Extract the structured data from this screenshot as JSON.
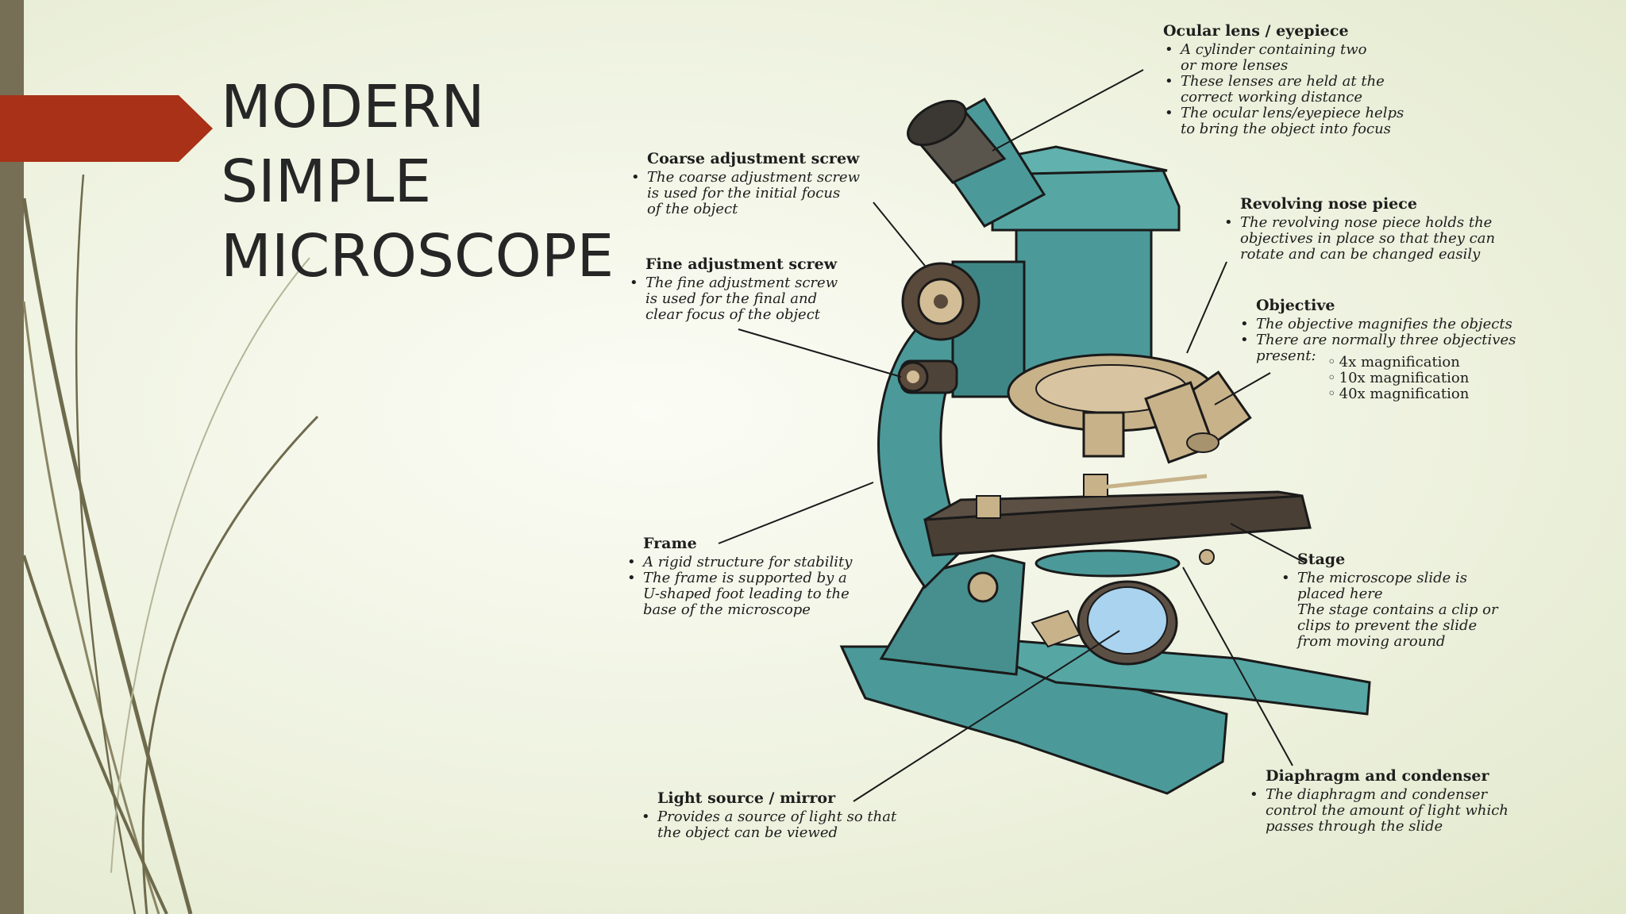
{
  "slide": {
    "title": " MODERN\nSIMPLE\nMICROSCOPE",
    "accent_color": "#a83117",
    "bar_color": "#766f55"
  },
  "labels": {
    "ocular": {
      "heading": "Ocular lens / eyepiece",
      "bullets": [
        "A cylinder containing two\nor more lenses",
        "These lenses are held at the\ncorrect working distance",
        "The ocular lens/eyepiece helps\nto bring the object into focus"
      ]
    },
    "coarse": {
      "heading": "Coarse adjustment screw",
      "bullets": [
        "The coarse adjustment screw\nis used for the initial focus\nof the object"
      ]
    },
    "fine": {
      "heading": "Fine adjustment screw",
      "bullets": [
        "The fine adjustment screw\nis used for the final and\nclear focus of the object"
      ]
    },
    "nosepiece": {
      "heading": "Revolving nose piece",
      "bullets": [
        "The revolving nose piece holds the\nobjectives in place so that they can\nrotate and can be changed easily"
      ]
    },
    "objective": {
      "heading": "Objective",
      "bullets": [
        "The objective magnifies the objects",
        "There are normally three objectives\npresent:"
      ],
      "magnifications": [
        "4x magnification",
        "10x magnification",
        "40x magnification"
      ]
    },
    "frame": {
      "heading": "Frame",
      "bullets": [
        "A rigid structure for stability",
        "The frame is supported by a\nU-shaped foot leading to the\nbase of the microscope"
      ]
    },
    "stage": {
      "heading": "Stage",
      "bullets": [
        "The microscope slide is\nplaced here\nThe stage contains a clip or\nclips to prevent the slide\nfrom moving around"
      ]
    },
    "light": {
      "heading": "Light source / mirror",
      "bullets": [
        "Provides a source of light so that\nthe object can be viewed"
      ]
    },
    "diaphragm": {
      "heading": "Diaphragm and condenser",
      "bullets": [
        "The diaphragm and condenser\ncontrol the amount of light which\npasses through the slide"
      ]
    }
  }
}
